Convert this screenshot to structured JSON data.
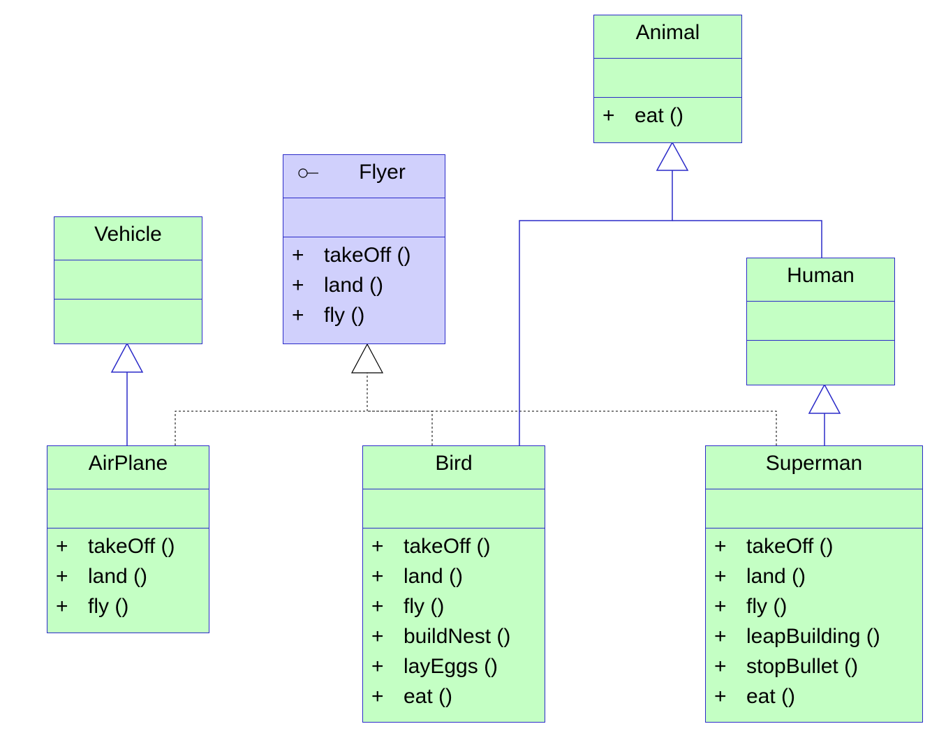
{
  "classes": {
    "animal": {
      "name": "Animal",
      "ops": [
        {
          "vis": "+",
          "name": "eat ()"
        }
      ]
    },
    "flyer": {
      "name": "Flyer",
      "stereotype_icon": "interface-lollipop-icon",
      "ops": [
        {
          "vis": "+",
          "name": "takeOff ()"
        },
        {
          "vis": "+",
          "name": "land ()"
        },
        {
          "vis": "+",
          "name": "fly ()"
        }
      ]
    },
    "vehicle": {
      "name": "Vehicle",
      "ops": []
    },
    "human": {
      "name": "Human",
      "ops": []
    },
    "airplane": {
      "name": "AirPlane",
      "ops": [
        {
          "vis": "+",
          "name": "takeOff ()"
        },
        {
          "vis": "+",
          "name": "land ()"
        },
        {
          "vis": "+",
          "name": "fly ()"
        }
      ]
    },
    "bird": {
      "name": "Bird",
      "ops": [
        {
          "vis": "+",
          "name": "takeOff ()"
        },
        {
          "vis": "+",
          "name": "land ()"
        },
        {
          "vis": "+",
          "name": "fly ()"
        },
        {
          "vis": "+",
          "name": "buildNest ()"
        },
        {
          "vis": "+",
          "name": "layEggs ()"
        },
        {
          "vis": "+",
          "name": "eat ()"
        }
      ]
    },
    "superman": {
      "name": "Superman",
      "ops": [
        {
          "vis": "+",
          "name": "takeOff ()"
        },
        {
          "vis": "+",
          "name": "land ()"
        },
        {
          "vis": "+",
          "name": "fly ()"
        },
        {
          "vis": "+",
          "name": "leapBuilding ()"
        },
        {
          "vis": "+",
          "name": "stopBullet ()"
        },
        {
          "vis": "+",
          "name": "eat ()"
        }
      ]
    }
  },
  "relations": [
    {
      "from": "airplane",
      "to": "vehicle",
      "kind": "generalization"
    },
    {
      "from": "bird",
      "to": "animal",
      "kind": "generalization"
    },
    {
      "from": "human",
      "to": "animal",
      "kind": "generalization"
    },
    {
      "from": "superman",
      "to": "human",
      "kind": "generalization"
    },
    {
      "from": "airplane",
      "to": "flyer",
      "kind": "realization"
    },
    {
      "from": "bird",
      "to": "flyer",
      "kind": "realization"
    },
    {
      "from": "superman",
      "to": "flyer",
      "kind": "realization"
    }
  ],
  "colors": {
    "class_fill": "#c4ffc4",
    "interface_fill": "#d0d0fc",
    "border": "#2a2ac8",
    "text": "#000000"
  }
}
